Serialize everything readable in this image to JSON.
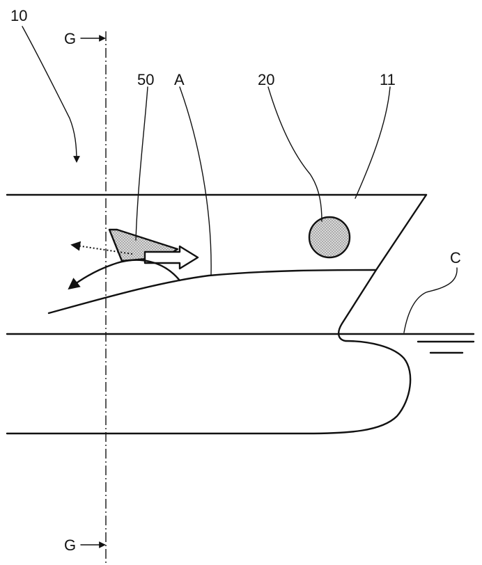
{
  "labels": {
    "assembly": "10",
    "section_top": "G",
    "section_bottom": "G",
    "part_50": "50",
    "part_A": "A",
    "part_20": "20",
    "part_11": "11",
    "part_C": "C"
  },
  "colors": {
    "stroke": "#111111",
    "fill_gray": "#c8c8c8",
    "background": "#ffffff"
  },
  "icons": {
    "ground": "ground-symbol-icon",
    "arrow": "arrow-icon"
  }
}
